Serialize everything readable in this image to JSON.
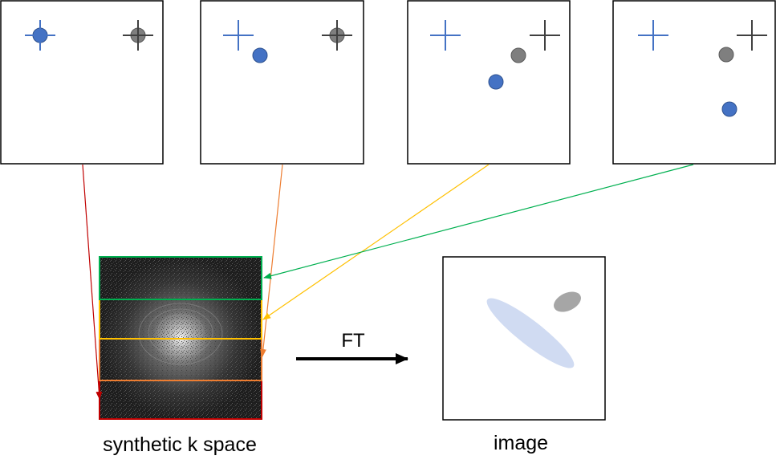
{
  "labels": {
    "kspace": "synthetic k space",
    "image": "image",
    "ft": "FT"
  },
  "colors": {
    "blue": "#4472c4",
    "gray": "#7f7f7f",
    "dark_cross": "#404040",
    "red": "#c00000",
    "orange": "#ed7d31",
    "yellow": "#ffc000",
    "green": "#00b050",
    "ellipse_blue": "#d0dbf2",
    "ellipse_gray": "#a6a6a6"
  },
  "panels": [
    {
      "frame": 1,
      "segment_color": "red"
    },
    {
      "frame": 2,
      "segment_color": "orange"
    },
    {
      "frame": 3,
      "segment_color": "yellow"
    },
    {
      "frame": 4,
      "segment_color": "green"
    }
  ],
  "kspace_segments": [
    "green",
    "yellow",
    "orange",
    "red"
  ]
}
